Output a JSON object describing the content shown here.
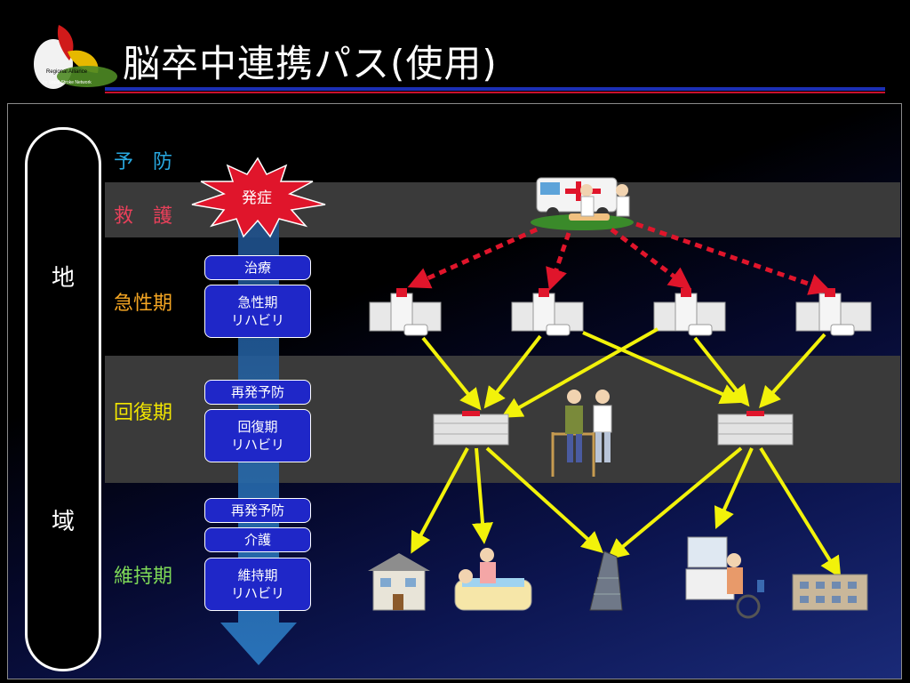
{
  "header": {
    "title": "脳卒中連携パス(使用)"
  },
  "logo": {
    "text_line1": "Regional Alliance",
    "text_line2": "for Local Stroke Network"
  },
  "region": {
    "char_top": "地",
    "char_bottom": "域"
  },
  "stages": {
    "prevention": "予　防",
    "rescue": "救　護",
    "acute": "急性期",
    "recovery": "回復期",
    "maintenance": "維持期"
  },
  "onset": "発症",
  "pills": {
    "acute_treatment": "治療",
    "acute_rehab_1": "急性期",
    "acute_rehab_2": "リハビリ",
    "recovery_prevent": "再発予防",
    "recovery_rehab_1": "回復期",
    "recovery_rehab_2": "リハビリ",
    "maint_prevent": "再発予防",
    "maint_care": "介護",
    "maint_rehab_1": "維持期",
    "maint_rehab_2": "リハビリ"
  },
  "colors": {
    "prevention": "#29a9e1",
    "rescue": "#e8405a",
    "acute": "#f5a623",
    "recovery": "#f2e600",
    "maintenance": "#7ed957",
    "pill_blue": "#1f27c8",
    "onset_red": "#e0152b",
    "arrow_yellow": "#f2f20a",
    "arrow_red": "#e0152b"
  },
  "icons": {
    "ambulance": "ambulance-scene-icon",
    "hospital": "hospital-icon",
    "rehab_center": "rehab-hospital-icon",
    "walking_rehab": "walking-rehab-icon",
    "home": "home-icon",
    "bath_care": "bath-care-icon",
    "tower": "tower-facility-icon",
    "nursing_care": "nursing-care-icon",
    "apartment": "apartment-icon"
  }
}
